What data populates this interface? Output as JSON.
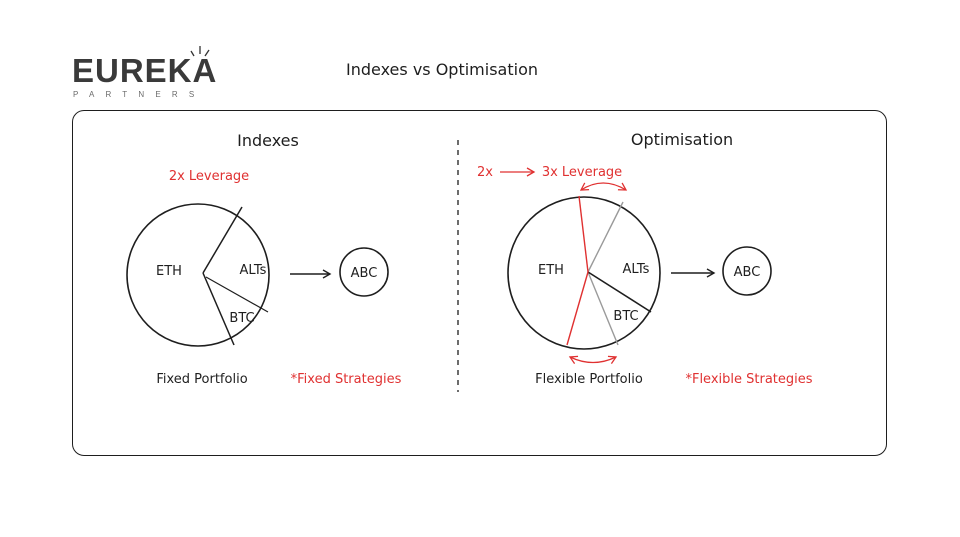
{
  "logo": {
    "word": "EUREKA",
    "sub": "PARTNERS"
  },
  "title": "Indexes vs Optimisation",
  "left": {
    "heading": "Indexes",
    "leverage": "2x Leverage",
    "labels": {
      "eth": "ETH",
      "alts": "ALTs",
      "btc": "BTC"
    },
    "output": "ABC",
    "portfolio": "Fixed Portfolio",
    "strategies": "*Fixed Strategies"
  },
  "right": {
    "heading": "Optimisation",
    "leverage_from": "2x",
    "leverage_to": "3x Leverage",
    "labels": {
      "eth": "ETH",
      "alts": "ALTs",
      "btc": "BTC"
    },
    "output": "ABC",
    "portfolio": "Flexible Portfolio",
    "strategies": "*Flexible Strategies"
  },
  "colors": {
    "ink": "#1e1e1e",
    "accent": "#e03131",
    "muted": "#9a9a9a",
    "brand_red": "#e33b2f"
  }
}
